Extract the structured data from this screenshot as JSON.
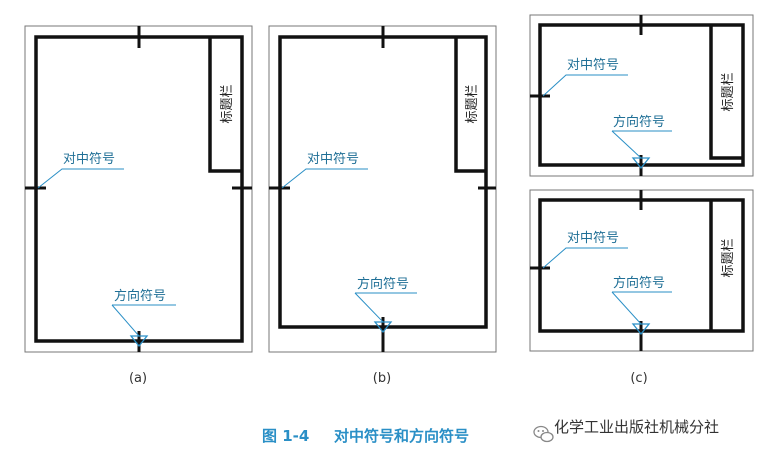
{
  "colors": {
    "frame": "#111111",
    "sheet": "#777777",
    "leader": "#2a8fc6",
    "label": "#1f6f96",
    "figure_title": "#2a8fc6"
  },
  "labels": {
    "centering_mark": "对中符号",
    "direction_mark": "方向符号",
    "title_block": "标题栏"
  },
  "captions": {
    "a": "(a)",
    "b": "(b)",
    "c": "(c)"
  },
  "figure": {
    "number": "图 1-4",
    "title": "对中符号和方向符号"
  },
  "watermark": {
    "icon": "wechat-icon",
    "text": "化学工业出版社机械分社"
  }
}
